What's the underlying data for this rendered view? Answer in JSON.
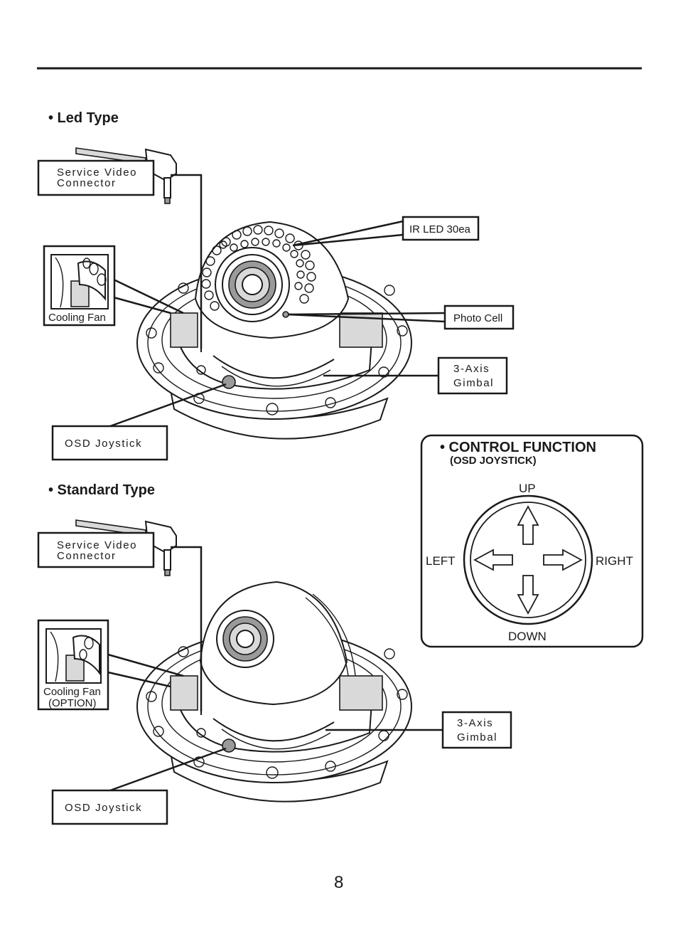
{
  "led_section": {
    "heading": "• Led Type",
    "service_video_line1": "Service Video",
    "service_video_line2": "Connector",
    "cooling_fan": "Cooling Fan",
    "ir_led": "IR LED 30ea",
    "photo_cell": "Photo Cell",
    "gimbal_line1": "3-Axis",
    "gimbal_line2": "Gimbal",
    "osd_joystick": "OSD Joystick"
  },
  "standard_section": {
    "heading": "• Standard Type",
    "service_video_line1": "Service Video",
    "service_video_line2": "Connector",
    "cooling_fan_line1": "Cooling Fan",
    "cooling_fan_line2": "(OPTION)",
    "gimbal_line1": "3-Axis",
    "gimbal_line2": "Gimbal",
    "osd_joystick": "OSD Joystick"
  },
  "control_function": {
    "title": "• CONTROL FUNCTION",
    "subtitle": "(OSD JOYSTICK)",
    "up": "UP",
    "down": "DOWN",
    "left": "LEFT",
    "right": "RIGHT"
  },
  "page_number": "8"
}
